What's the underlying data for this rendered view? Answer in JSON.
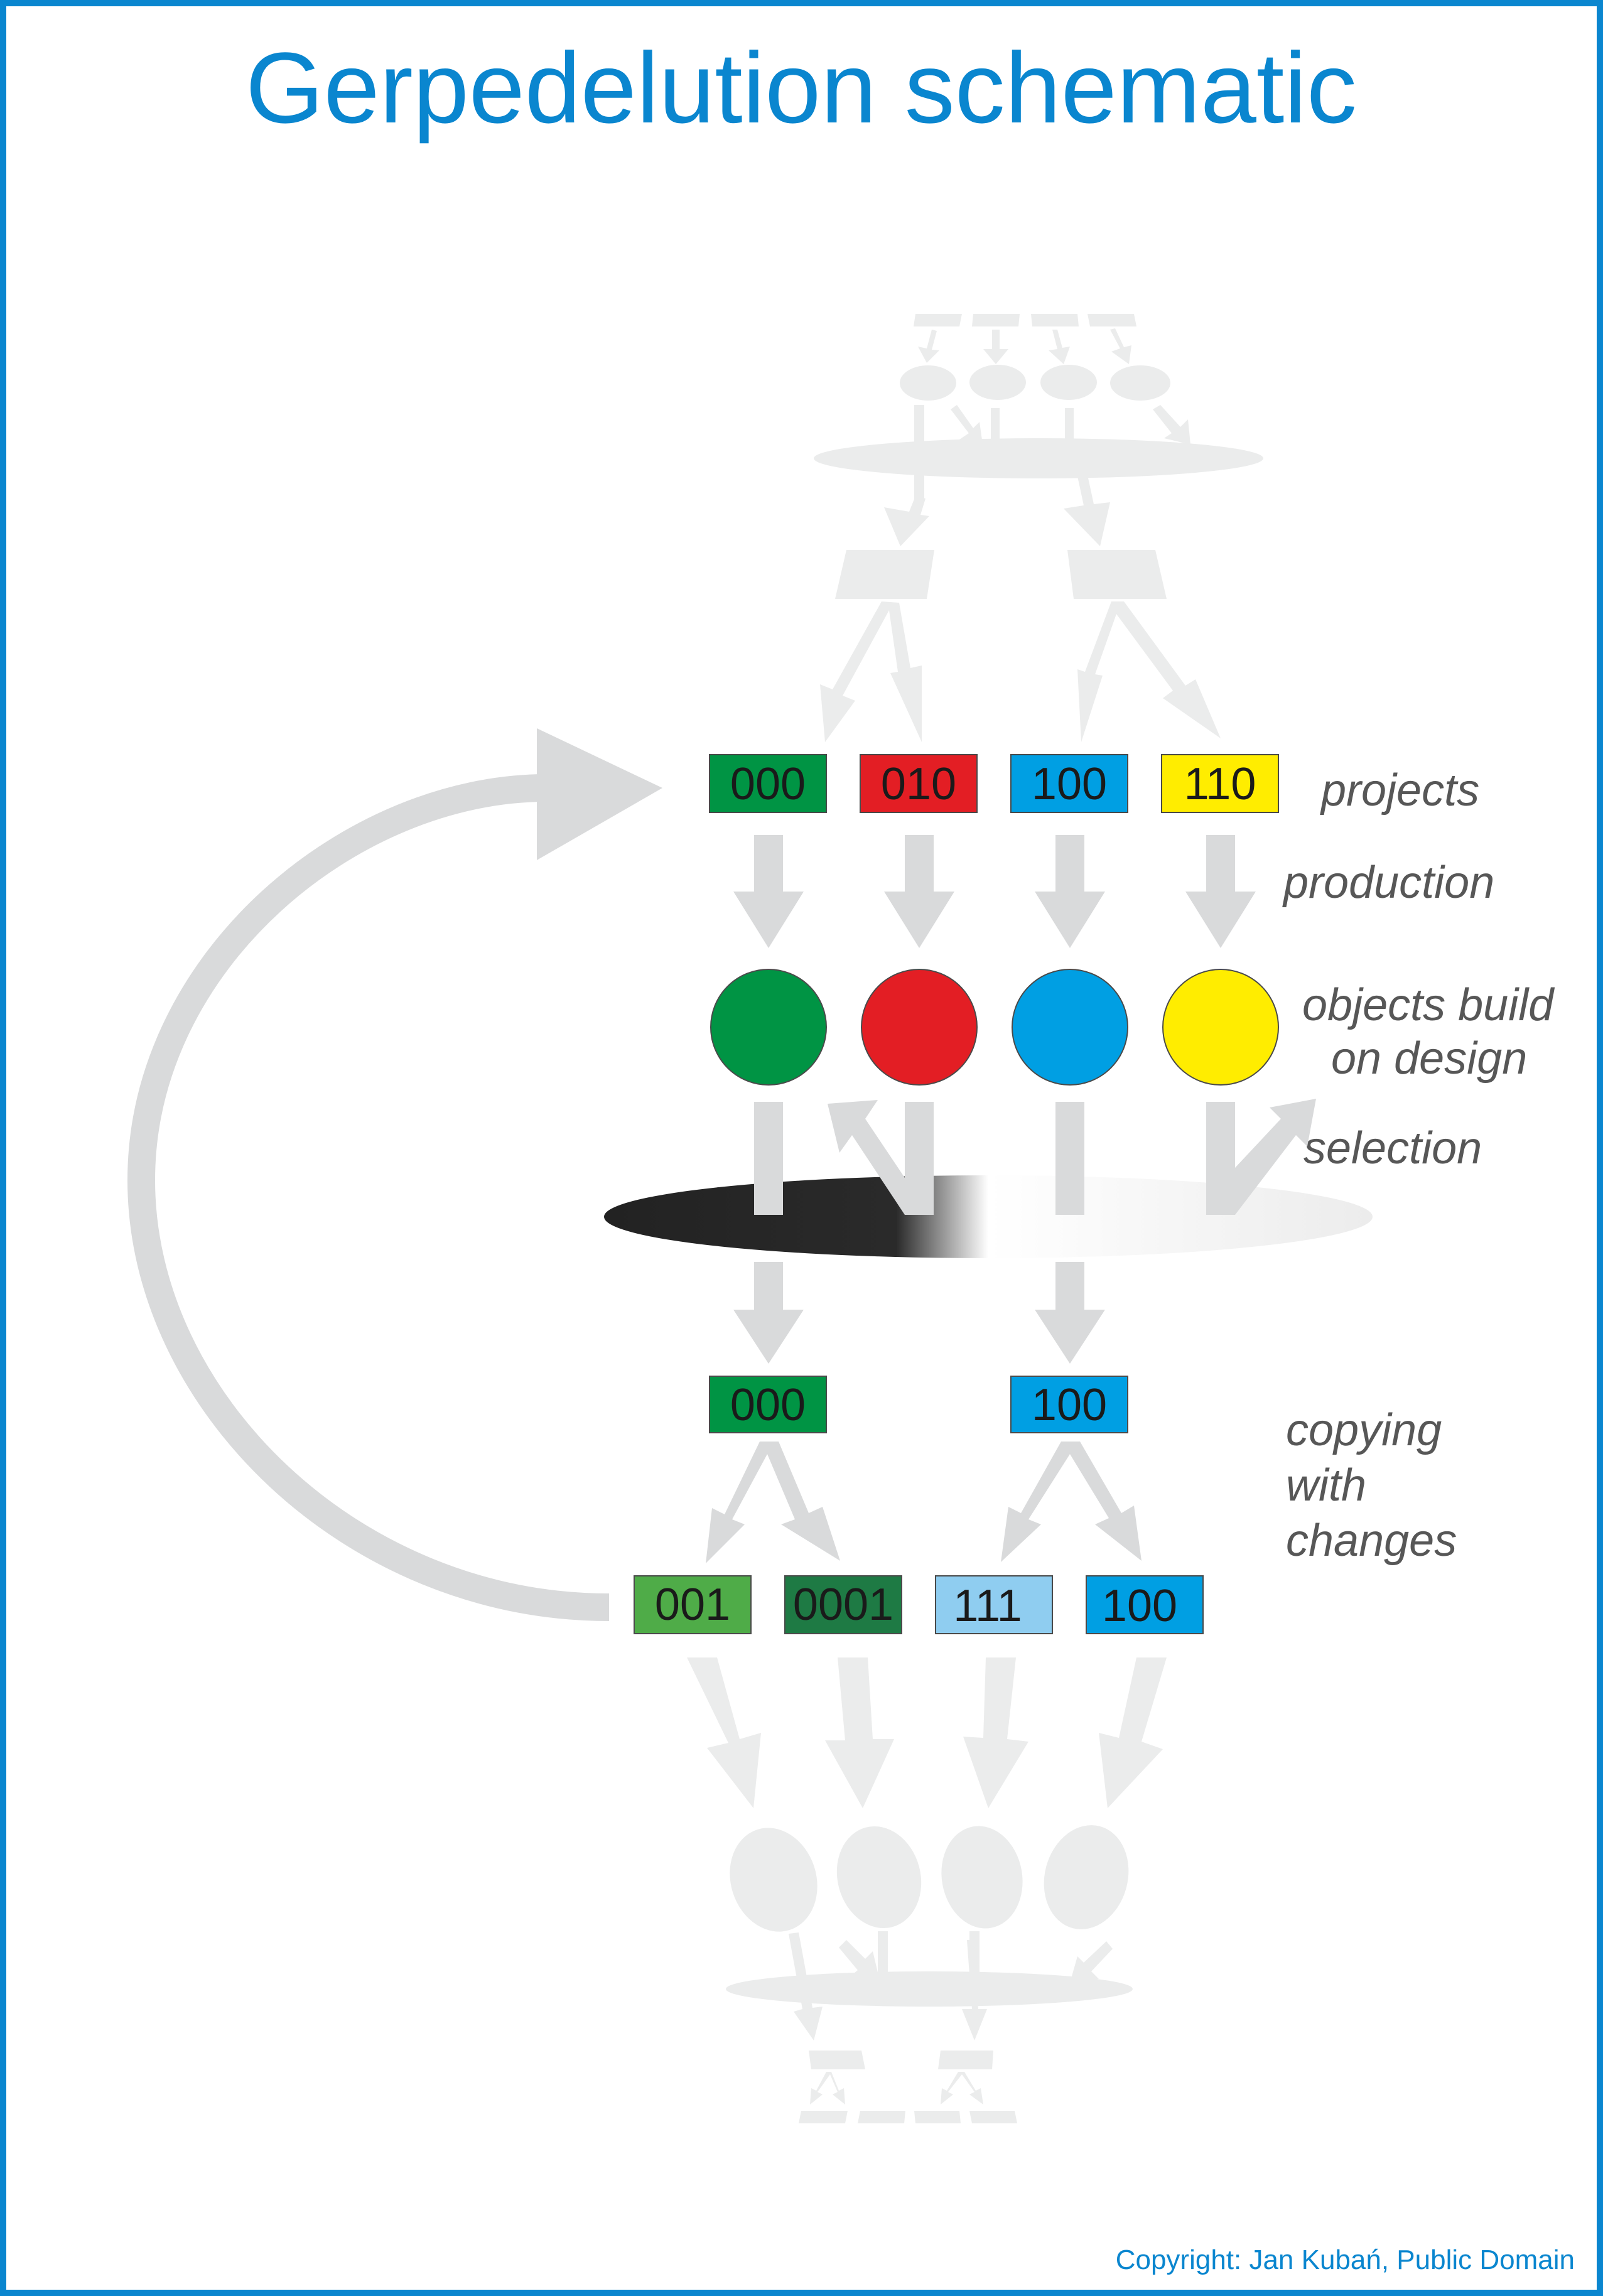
{
  "title": "Gerpedelution schematic",
  "labels": {
    "projects": "projects",
    "production": "production",
    "objects_line1": "objects build",
    "objects_line2": "on design",
    "selection": "selection",
    "copying_line1": "copying",
    "copying_line2": "with",
    "copying_line3": "changes"
  },
  "projects": [
    {
      "code": "000",
      "color": "#009444"
    },
    {
      "code": "010",
      "color": "#e31e24"
    },
    {
      "code": "100",
      "color": "#009fe3"
    },
    {
      "code": "110",
      "color": "#ffed00"
    }
  ],
  "objects": [
    {
      "color": "#009444"
    },
    {
      "color": "#e31e24"
    },
    {
      "color": "#009fe3"
    },
    {
      "color": "#ffed00"
    }
  ],
  "selected": [
    {
      "code": "000",
      "color": "#009444"
    },
    {
      "code": "100",
      "color": "#009fe3"
    }
  ],
  "offspring": [
    {
      "code": "001",
      "color": "#4fac48"
    },
    {
      "code": "0001",
      "color": "#1e7a44"
    },
    {
      "code": "111",
      "color": "#8fcdf0"
    },
    {
      "code": "100",
      "color": "#009fe3"
    }
  ],
  "colors": {
    "frame": "#0a86cf",
    "arrow": "#d9dadb",
    "faint": "#ebecec"
  },
  "copyright": "Copyright: Jan Kubań, Public Domain"
}
